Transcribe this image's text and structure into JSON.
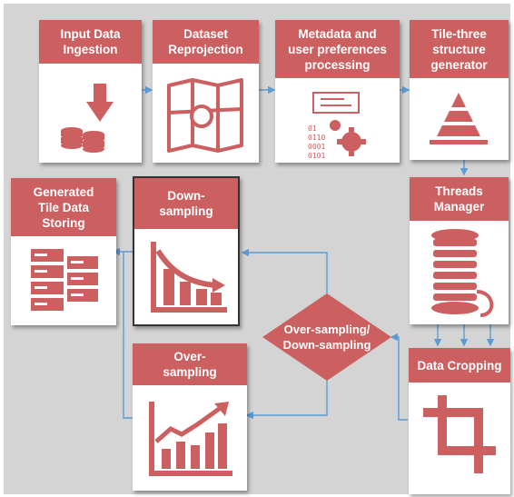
{
  "colors": {
    "accent": "#cc5f60",
    "connector": "#5b9bd5",
    "background": "#d4d4d4",
    "box": "#ffffff"
  },
  "nodes": {
    "input_ingestion": {
      "label": "Input Data\nIngestion",
      "icon": "download-database-icon"
    },
    "dataset_reprojection": {
      "label": "Dataset\nReprojection",
      "icon": "map-icon"
    },
    "metadata_processing": {
      "label": "Metadata and\nuser preferences\nprocessing",
      "icon": "binary-gears-icon"
    },
    "tile_tree_generator": {
      "label": "Tile-three\nstructure\ngenerator",
      "icon": "pyramid-icon"
    },
    "threads_manager": {
      "label": "Threads\nManager",
      "icon": "thread-spool-icon"
    },
    "data_cropping": {
      "label": "Data Cropping",
      "icon": "crop-icon"
    },
    "decision": {
      "label": "Over-sampling/\nDown-sampling"
    },
    "down_sampling": {
      "label": "Down-\nsampling",
      "icon": "decreasing-chart-icon"
    },
    "over_sampling": {
      "label": "Over-\nsampling",
      "icon": "increasing-chart-icon"
    },
    "generated_tile_storing": {
      "label": "Generated\nTile Data\nStoring",
      "icon": "server-stack-icon"
    }
  }
}
